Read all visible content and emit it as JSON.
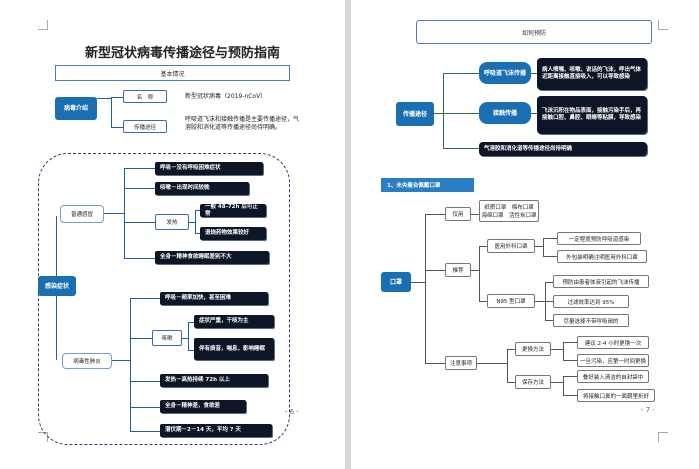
{
  "left": {
    "title": "新型冠状病毒传播途径与预防指南",
    "section_header": "基本情况",
    "virus_intro": {
      "label": "病毒介绍",
      "name_label": "名　称",
      "name_value": "新型冠状病毒（2019-nCoV）",
      "route_label": "传播途径",
      "route_value": "呼吸道飞沫和接触传播是主要传播途径，气溶胶和消化道等传播途径尚待明确。"
    },
    "symptoms": {
      "label": "感染症状",
      "common": {
        "label": "普通感冒",
        "items": [
          "呼吸－没有呼吸困难症状",
          "咳嗽－出现时间较晚",
          "全身－精神食欲睡眠差别不大"
        ],
        "fever_label": "发热",
        "fever_items": [
          "一般 48-72h 后可正常",
          "退烧药物效果较好"
        ]
      },
      "pneumonia": {
        "label": "病毒性肺炎",
        "items": [
          "呼吸－频率加快，甚至困难",
          "发热－高热持续 72h 以上",
          "全身－精神差，食欲差",
          "潜伏期－2－14 天，平均 7 天"
        ],
        "cough_label": "咳嗽",
        "cough_items": [
          "症状严重，干咳为主",
          "伴有痰音，喘息，影响睡眠"
        ]
      }
    },
    "page_number": "- 6 -"
  },
  "right": {
    "section_header": "如何预防",
    "transmission": {
      "label": "传播途径",
      "droplet_label": "呼吸道飞沫传播",
      "droplet_desc": "病人喷嚏、咳嗽、说话的飞沫，呼出气体近距离接触直接吸入，可以导致感染",
      "contact_label": "接触传播",
      "contact_desc": "飞沫沉积在物品表面，接触污染手后，再接触口腔、鼻腔、眼睛等粘膜，导致感染",
      "other": "气溶胶和消化道等传播途径尚待明确"
    },
    "mask_section_title": "1、未央着合佩戴口罩",
    "mask": {
      "label": "口罩",
      "use_label": "仅用",
      "use_items": [
        "纸质口罩　棉布口罩",
        "海绵口罩　活性炭口罩"
      ],
      "rec_label": "推荐",
      "surgical_label": "医用外科口罩",
      "surgical_items": [
        "一定程度预防呼吸道感染",
        "外包装明确注明医用外科口罩"
      ],
      "n95_label": "N95 型口罩",
      "n95_items": [
        "预防由患者体液引起的飞沫传播",
        "过滤效率达到 95%",
        "尽量选择不带呼吸阀的"
      ],
      "notes_label": "注意事项",
      "replace_label": "更换方法",
      "replace_items": [
        "建议 2-4 小时更换一次",
        "一旦污染，应第一时间更换"
      ],
      "store_label": "保存方法",
      "store_items": [
        "叠好装入清洁的自封袋中",
        "将接触口鼻的一面朝里折好"
      ]
    },
    "page_number": "- 7 -"
  },
  "colors": {
    "blue": "#1a6fb3",
    "dark": "#0c1626",
    "green": "#2f6f4a",
    "mask_banner": "#2a7fc4"
  }
}
